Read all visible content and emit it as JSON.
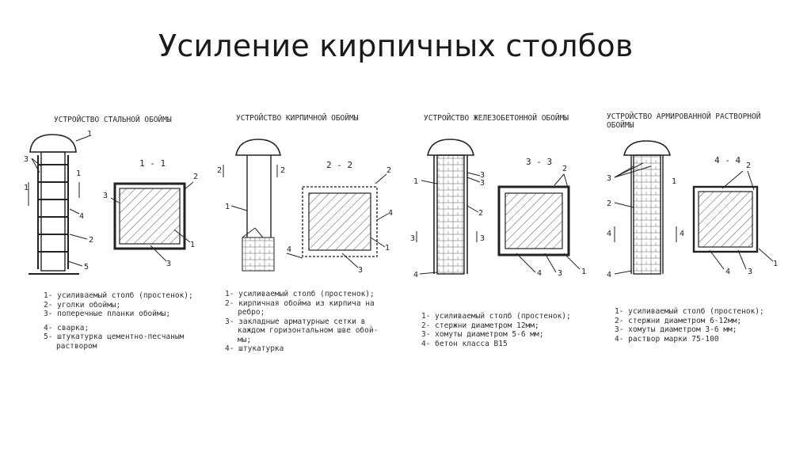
{
  "title": "Усиление кирпичных столбов",
  "panels": [
    {
      "heading": "УСТРОЙСТВО СТАЛЬНОЙ ОБОЙМЫ",
      "section": "1 - 1",
      "legend": [
        "1- усиливаемый столб (простенок);",
        "2- уголки обоймы;",
        "3- поперечные планки обоймы;",
        "4- сварка;",
        "5- штукатурка цементно-песчаным",
        "раствором"
      ]
    },
    {
      "heading": "УСТРОЙСТВО КИРПИЧНОЙ ОБОЙМЫ",
      "section": "2 - 2",
      "legend": [
        "1- усиливаемый столб (простенок);",
        "2- кирпичная обойма из кирпича на",
        "ребро;",
        "3- закладные арматурные сетки в",
        "каждом горизонтальном шве обой-",
        "мы;",
        "4- штукатурка"
      ]
    },
    {
      "heading": "УСТРОЙСТВО ЖЕЛЕЗОБЕТОННОЙ ОБОЙМЫ",
      "section": "3 - 3",
      "legend": [
        "1- усиливаемый столб (простенок);",
        "2- стержни диаметром  12мм;",
        "3- хомуты диаметром 5-6 мм;",
        "4- бетон класса B15"
      ]
    },
    {
      "heading": "УСТРОЙСТВО АРМИРОВАННОЙ РАСТВОРНОЙ ОБОЙМЫ",
      "section": "4 - 4",
      "legend": [
        "1- усиливаемый столб (простенок);",
        "2- стержни диаметром 6-12мм;",
        "3- хомуты диаметром 3-6 мм;",
        "4- раствор марки 75-100"
      ]
    }
  ],
  "callouts": [
    "1",
    "2",
    "3",
    "4",
    "5"
  ]
}
